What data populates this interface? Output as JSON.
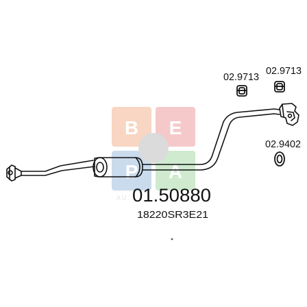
{
  "diagram": {
    "part_number": "01.50880",
    "oem_reference": "18220SR3E21",
    "fittings": {
      "clamp_left": "02.9713",
      "clamp_right": "02.9713",
      "rubber_mount": "02.9402"
    }
  },
  "watermark": {
    "tiles": [
      {
        "letter": "B",
        "color": "#f6c9b0"
      },
      {
        "letter": "E",
        "color": "#f2b8b8"
      },
      {
        "letter": "P",
        "color": "#b9cfe8"
      },
      {
        "letter": "A",
        "color": "#bfe3c0"
      }
    ],
    "caption": "AU"
  }
}
